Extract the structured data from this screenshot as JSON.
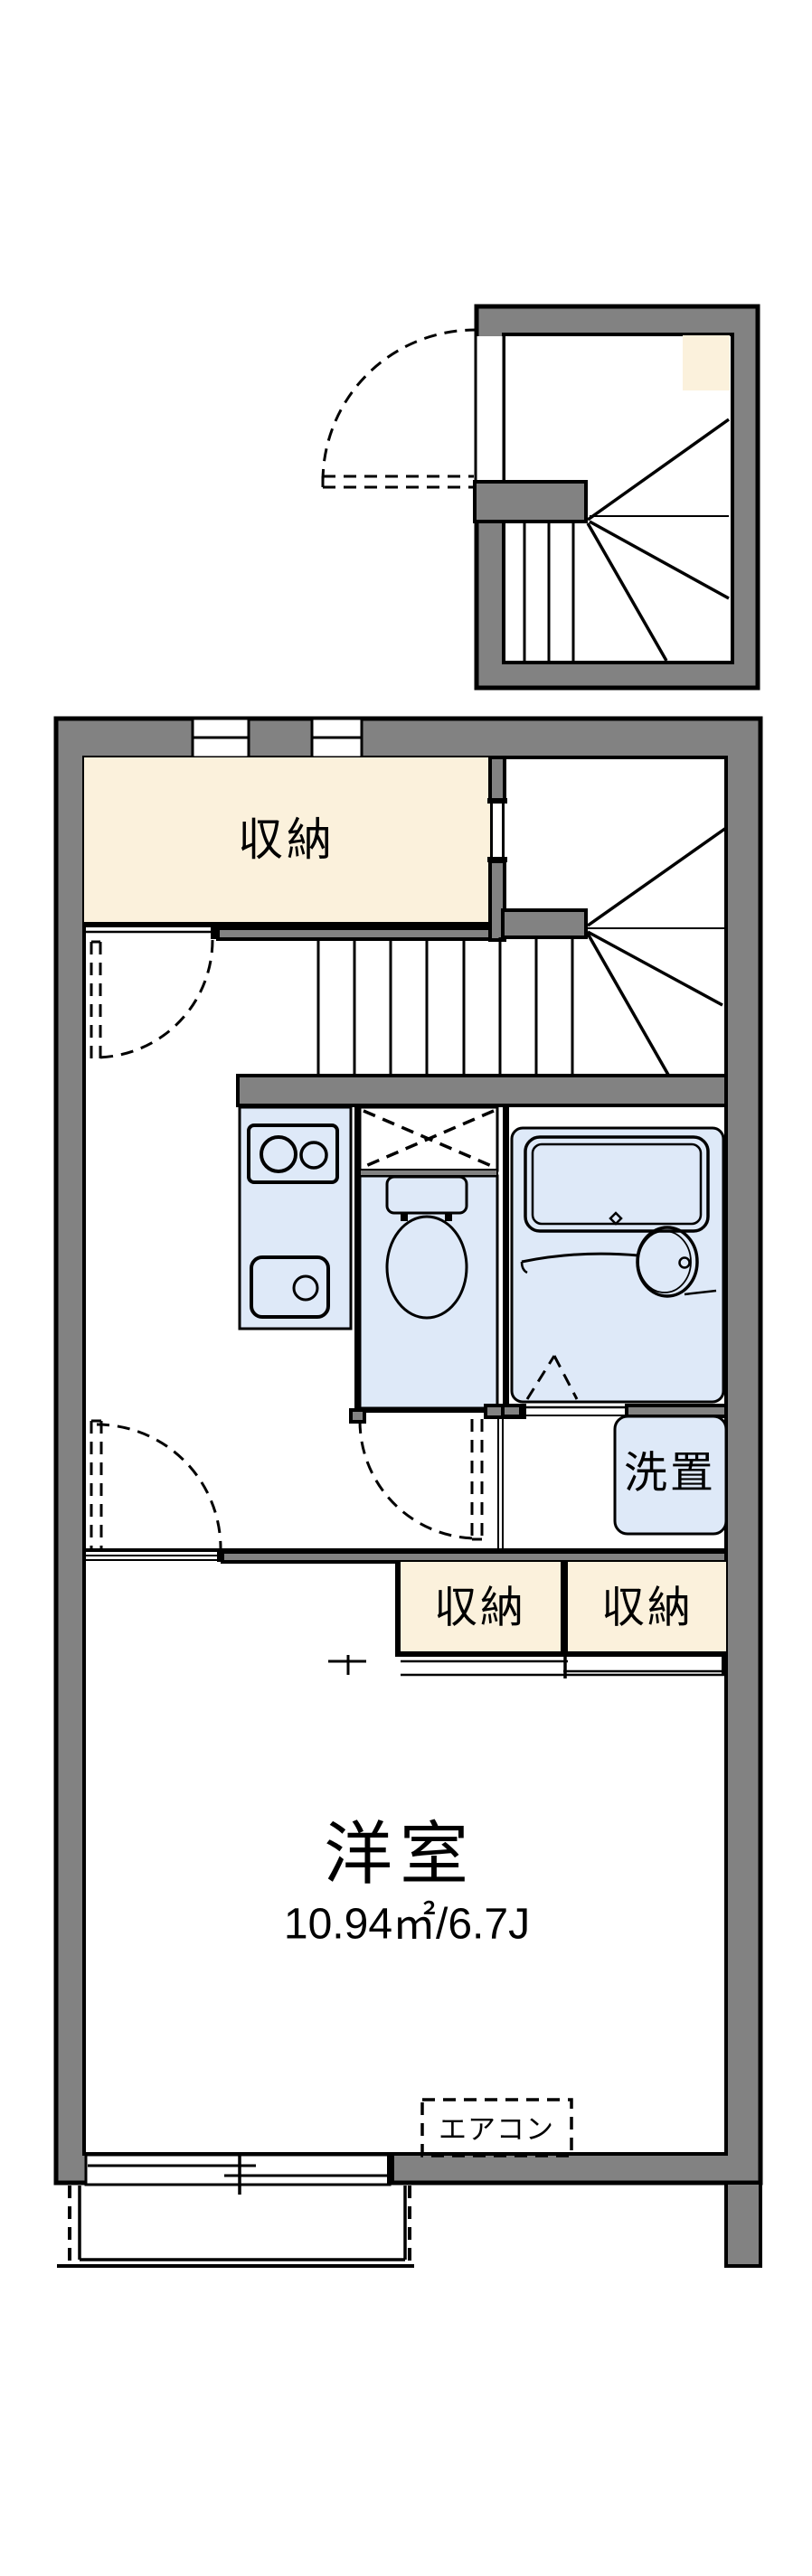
{
  "diagram": {
    "type": "floor-plan",
    "labels": {
      "storage_top": "収納",
      "laundry_space": "洗置",
      "closet_a": "収納",
      "closet_b": "収納",
      "room_name": "洋室",
      "room_area": "10.94㎡/6.7J",
      "aircon": "エアコン"
    },
    "colors": {
      "wall_gray": "#828282",
      "line_black": "#000000",
      "closet_cream": "#FBF1DC",
      "fixture_blue": "#DEE9F8",
      "background": "#FFFFFF"
    }
  }
}
